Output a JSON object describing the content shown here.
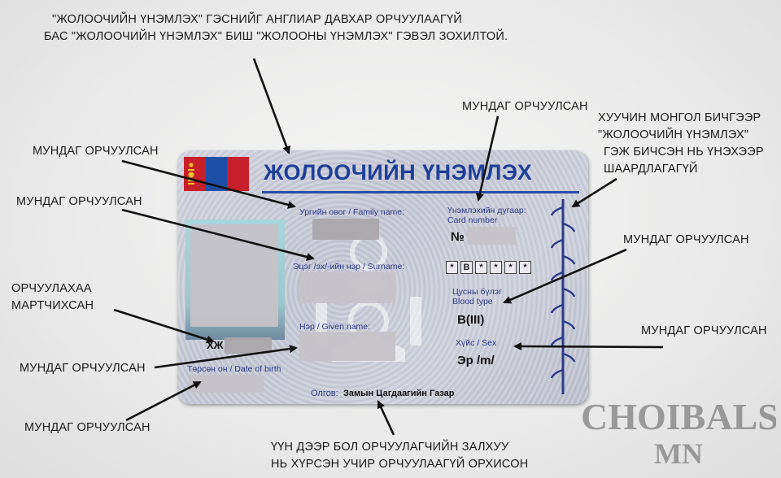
{
  "annotations": {
    "top_line1": "\"ЖОЛООЧИЙН ҮНЭМЛЭХ\" ГЭСНИЙГ АНГЛИАР ДАВХАР ОРЧУУЛААГҮЙ",
    "top_line2": "БАС \"ЖОЛООЧИЙН ҮНЭМЛЭХ\" БИШ \"ЖОЛООНЫ ҮНЭМЛЭХ\" ГЭВЭЛ ЗОХИЛТОЙ.",
    "translated_1": "МУНДАГ ОРЧУУЛСАН",
    "translated_2": "МУНДАГ ОРЧУУЛСАН",
    "forgot_line1": "ОРЧУУЛАХАА",
    "forgot_line2": "МАРТЧИХСАН",
    "translated_3": "МУНДАГ ОРЧУУЛСАН",
    "translated_4": "МУНДАГ ОРЧУУЛСАН",
    "translated_card_no": "МУНДАГ ОРЧУУЛСАН",
    "script_line1": "ХУУЧИН МОНГОЛ БИЧГЭЭР",
    "script_line2": "\"ЖОЛООЧИЙН ҮНЭМЛЭХ\"",
    "script_line3": "ГЭЖ БИЧСЭН НЬ ҮНЭХЭЭР",
    "script_line4": "ШААРДЛАГАГҮЙ",
    "translated_blood": "МУНДАГ ОРЧУУЛСАН",
    "translated_sex": "МУНДАГ ОРЧУУЛСАН",
    "bottom_line1": "ҮҮН ДЭЭР БОЛ ОРЧУУЛАГЧИЙН ЗАЛХУУ",
    "bottom_line2": "НЬ ХҮРСЭН УЧИР ОРЧУУЛААГҮЙ ОРХИСОН"
  },
  "card": {
    "title": "ЖОЛООЧИЙН ҮНЭМЛЭХ",
    "family_name_label": "Ургийн овог / Family name:",
    "surname_label": "Эцэг /эх/-ийн нэр / Surname:",
    "given_name_label": "Нэр / Given name:",
    "dob_label": "Төрсөн он / Date of birth",
    "id_prefix": "ХЖ",
    "card_number_label_mn": "Үнэмлэхийн дугаар:",
    "card_number_label_en": "Card number",
    "card_number_prefix": "№",
    "category_boxes": [
      "*",
      "B",
      "*",
      "*",
      "*",
      "*"
    ],
    "blood_label_mn": "Цусны бүлэг",
    "blood_label_en": "Blood type",
    "blood_value": "B(III)",
    "sex_label": "Хүйс / Sex",
    "sex_value": "Эр /m/",
    "issuer_label": "Олгов:",
    "issuer_value": "Замын Цагдаагийн Газар"
  },
  "watermark": {
    "line1": "CHOIBALSAN",
    "line2": "MN"
  },
  "colors": {
    "card_blue": "#1e3f98",
    "flag_red": "#c8202a",
    "flag_blue": "#1d4fa6",
    "arrow": "#111111"
  }
}
